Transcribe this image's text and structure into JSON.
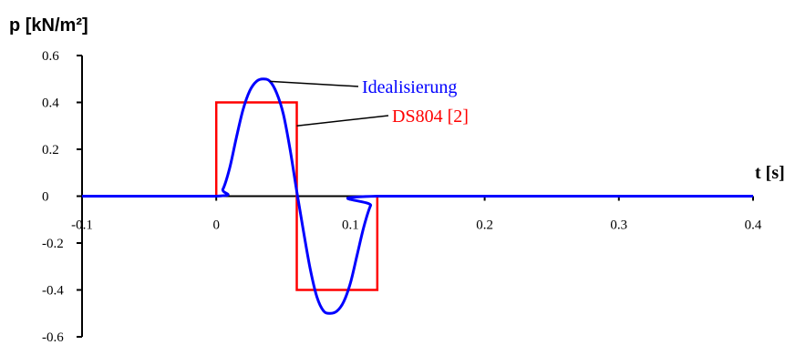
{
  "chart_data": {
    "type": "line",
    "title": "",
    "ylabel": "p [kN/m²]",
    "xlabel": "t [s]",
    "xlim": [
      -0.1,
      0.4
    ],
    "ylim": [
      -0.6,
      0.6
    ],
    "xticks": [
      "-0.1",
      "0",
      "0.1",
      "0.2",
      "0.3",
      "0.4"
    ],
    "yticks": [
      "0.6",
      "0.4",
      "0.2",
      "0",
      "-0.2",
      "-0.4",
      "-0.6"
    ],
    "grid": false,
    "series": [
      {
        "name": "Idealisierung",
        "color": "#0000ff",
        "x": [
          -0.1,
          0.0,
          0.005,
          0.01,
          0.015,
          0.02,
          0.025,
          0.03,
          0.035,
          0.04,
          0.045,
          0.05,
          0.055,
          0.06,
          0.065,
          0.07,
          0.075,
          0.08,
          0.085,
          0.09,
          0.095,
          0.1,
          0.105,
          0.11,
          0.115,
          0.12,
          0.4
        ],
        "y": [
          0,
          0,
          0.03,
          0.12,
          0.25,
          0.37,
          0.45,
          0.49,
          0.5,
          0.49,
          0.44,
          0.35,
          0.2,
          0.02,
          -0.15,
          -0.31,
          -0.43,
          -0.49,
          -0.5,
          -0.49,
          -0.45,
          -0.37,
          -0.25,
          -0.13,
          -0.04,
          0,
          0
        ]
      },
      {
        "name": "DS804 [2]",
        "color": "#ff0000",
        "x": [
          -0.1,
          0.0,
          0.0,
          0.06,
          0.06,
          0.12,
          0.12,
          0.4
        ],
        "y": [
          0,
          0,
          0.4,
          0.4,
          -0.4,
          -0.4,
          0,
          0
        ]
      }
    ],
    "annotations": [
      {
        "text": "Idealisierung",
        "color": "#0000ff",
        "target": [
          0.04,
          0.49
        ]
      },
      {
        "text": "DS804 [2]",
        "color": "#ff0000",
        "target": [
          0.06,
          0.3
        ]
      }
    ]
  }
}
